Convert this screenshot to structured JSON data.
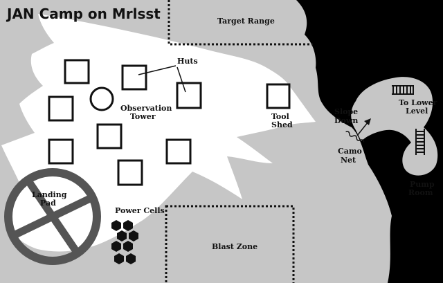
{
  "map": {
    "title": "JAN Camp on Mrlsst",
    "labels": {
      "target_range": "Target Range",
      "huts": "Huts",
      "observation_line1": "Observation",
      "observation_line2": "Tower",
      "tool_line1": "Tool",
      "tool_line2": "Shed",
      "slope_line1": "Slope",
      "slope_line2": "Down",
      "lower_line1": "To Lower",
      "lower_line2": "Level",
      "camo_line1": "Camo",
      "camo_line2": "Net",
      "pump_line1": "Pump",
      "pump_line2": "Room",
      "landing_line1": "Landing",
      "landing_line2": "Pad",
      "power_cells": "Power Cells",
      "blast_zone": "Blast Zone"
    },
    "colors": {
      "ground": "#c6c6c6",
      "clearing": "#ffffff",
      "void": "#000000",
      "ink": "#111111"
    }
  }
}
